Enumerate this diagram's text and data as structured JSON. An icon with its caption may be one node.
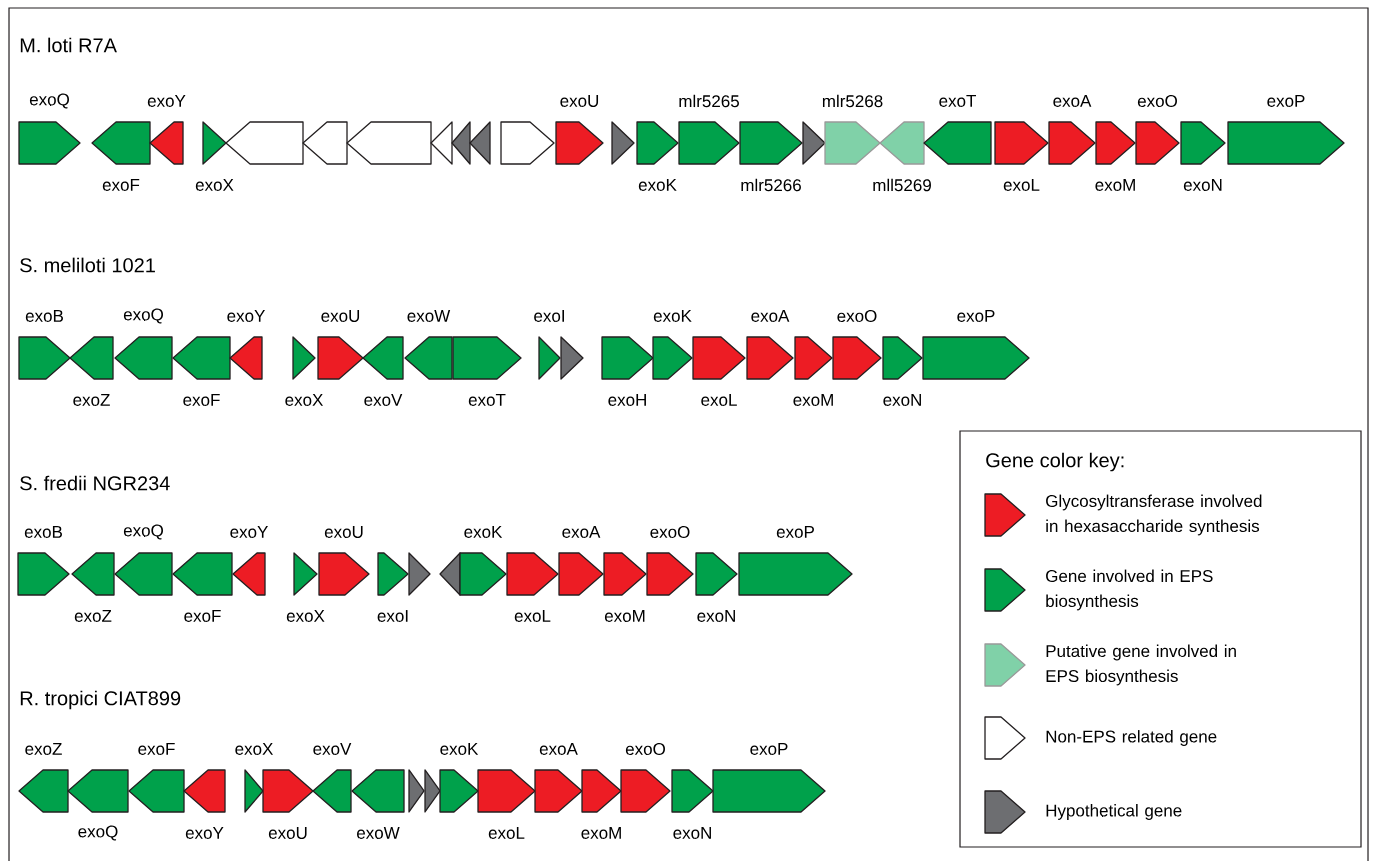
{
  "diagram": {
    "nodes": [
      {
        "text": [
          "exoQ"
        ]
      },
      {
        "text": [
          "exoF"
        ]
      },
      {
        "text": [
          "exoY"
        ]
      },
      {
        "text": [
          "exoX"
        ]
      },
      {
        "text": [],
        "shape": "arrow"
      },
      {
        "text": [],
        "shape": "arrow"
      },
      {
        "text": [],
        "shape": "arrow"
      },
      {
        "text": [],
        "shape": "arrow"
      },
      {
        "text": [],
        "shape": "arrow"
      },
      {
        "text": [],
        "shape": "arrow"
      },
      {
        "text": [],
        "shape": "arrow"
      },
      {
        "text": [
          "exoU"
        ]
      },
      {
        "text": [],
        "shape": "arrow"
      },
      {
        "text": [
          "exoK"
        ]
      },
      {
        "text": [
          "mlr5265"
        ]
      },
      {
        "text": [
          "mlr5266"
        ]
      },
      {
        "text": [],
        "shape": "arrow"
      },
      {
        "text": [
          "mlr5268"
        ]
      },
      {
        "text": [
          "mll5269"
        ]
      },
      {
        "text": [
          "exoT"
        ]
      },
      {
        "text": [
          "exoL"
        ]
      },
      {
        "text": [
          "exoA"
        ]
      },
      {
        "text": [
          "exoM"
        ]
      },
      {
        "text": [
          "exoO"
        ]
      },
      {
        "text": [
          "exoN"
        ]
      },
      {
        "text": [
          "exoP"
        ]
      },
      {
        "text": [
          "exoB"
        ]
      },
      {
        "text": [
          "exoZ"
        ]
      },
      {
        "text": [
          "exoQ"
        ]
      },
      {
        "text": [
          "exoF"
        ]
      },
      {
        "text": [
          "exoY"
        ]
      },
      {
        "text": [
          "exoX"
        ]
      },
      {
        "text": [
          "exoU"
        ]
      },
      {
        "text": [
          "exoV"
        ]
      },
      {
        "text": [
          "exoW"
        ]
      },
      {
        "text": [
          "exoT"
        ]
      },
      {
        "text": [
          "exoI"
        ]
      },
      {
        "text": [],
        "shape": "arrow"
      },
      {
        "text": [
          "exoH"
        ]
      },
      {
        "text": [
          "exoK"
        ]
      },
      {
        "text": [
          "exoL"
        ]
      },
      {
        "text": [
          "exoA"
        ]
      },
      {
        "text": [
          "exoM"
        ]
      },
      {
        "text": [
          "exoO"
        ]
      },
      {
        "text": [
          "exoN"
        ]
      },
      {
        "text": [
          "exoP"
        ]
      },
      {
        "text": [
          "exoB"
        ]
      },
      {
        "text": [
          "exoZ"
        ]
      },
      {
        "text": [
          "exoQ"
        ]
      },
      {
        "text": [
          "exoF"
        ]
      },
      {
        "text": [
          "exoY"
        ]
      },
      {
        "text": [
          "exoX"
        ]
      },
      {
        "text": [
          "exoU"
        ]
      },
      {
        "text": [
          "exoI"
        ]
      },
      {
        "text": [],
        "shape": "arrow"
      },
      {
        "text": [],
        "shape": "arrow"
      },
      {
        "text": [
          "exoK"
        ]
      },
      {
        "text": [
          "exoL"
        ]
      },
      {
        "text": [
          "exoA"
        ]
      },
      {
        "text": [
          "exoM"
        ]
      },
      {
        "text": [
          "exoO"
        ]
      },
      {
        "text": [
          "exoN"
        ]
      },
      {
        "text": [
          "exoP"
        ]
      },
      {
        "text": [
          "exoZ"
        ]
      },
      {
        "text": [
          "exoQ"
        ]
      },
      {
        "text": [
          "exoF"
        ]
      },
      {
        "text": [
          "exoY"
        ]
      },
      {
        "text": [
          "exoX"
        ]
      },
      {
        "text": [
          "exoU"
        ]
      },
      {
        "text": [
          "exoV"
        ]
      },
      {
        "text": [
          "exoW"
        ]
      },
      {
        "text": [],
        "shape": "arrow"
      },
      {
        "text": [],
        "shape": "arrow"
      },
      {
        "text": [
          "exoK"
        ]
      },
      {
        "text": [
          "exoL"
        ]
      },
      {
        "text": [
          "exoA"
        ]
      },
      {
        "text": [
          "exoM"
        ]
      },
      {
        "text": [
          "exoO"
        ]
      },
      {
        "text": [
          "exoN"
        ]
      },
      {
        "text": [
          "exoP"
        ]
      }
    ],
    "labels": [
      "M. loti R7A",
      "S. meliloti 1021",
      "S. fredii NGR234",
      "R. tropici CIAT899",
      "Gene color key:"
    ],
    "legend": [
      {
        "text": "Glycosyltransferase involved in hexasaccharide synthesis",
        "color": "#ed1c24"
      },
      {
        "text": "Gene involved in EPS biosynthesis",
        "color": "#00a14b"
      },
      {
        "text": "Putative gene involved in EPS biosynthesis",
        "color": "#80d1a8"
      },
      {
        "text": "Non-EPS related gene"
      },
      {
        "text": "Hypothetical gene",
        "color": "#6d6e71"
      }
    ]
  }
}
